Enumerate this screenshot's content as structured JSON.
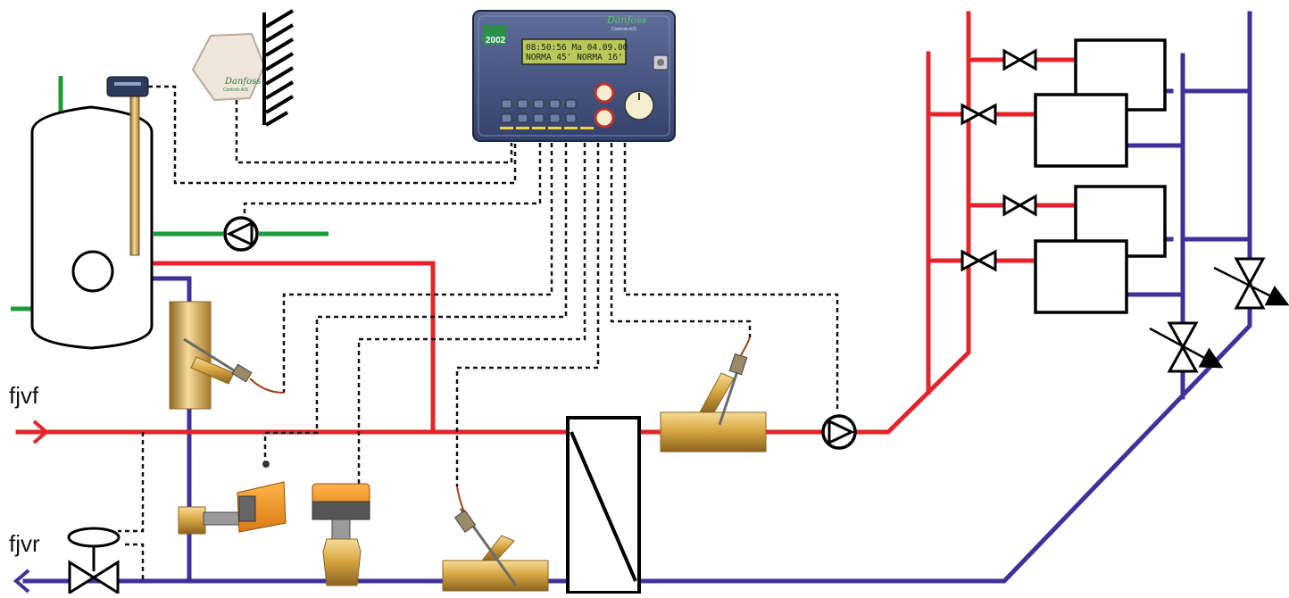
{
  "labels": {
    "supply": "fjvf",
    "return": "fjvr"
  },
  "controller": {
    "model": "2002",
    "brand": "Danfoss",
    "brand_sub": "Controls A/S",
    "display_line1": "08:50:56 Ma 04.09.00",
    "display_line2": "NORMA 45'  NORMA 16'"
  },
  "outdoor_sensor": {
    "brand": "Danfoss",
    "brand_sub": "Controls A/S"
  },
  "colors": {
    "supply": "#e3242b",
    "return": "#40309a",
    "dhw": "#1f9a3a",
    "signal": "#111111",
    "controller_body": "#4a5b86",
    "controller_lcd": "#b9c85a",
    "actuator": "#f29a2e",
    "brass": "#d9a844"
  },
  "icons": [
    "pump-icon",
    "valve-icon",
    "heat-exchanger-icon",
    "wall-icon"
  ]
}
